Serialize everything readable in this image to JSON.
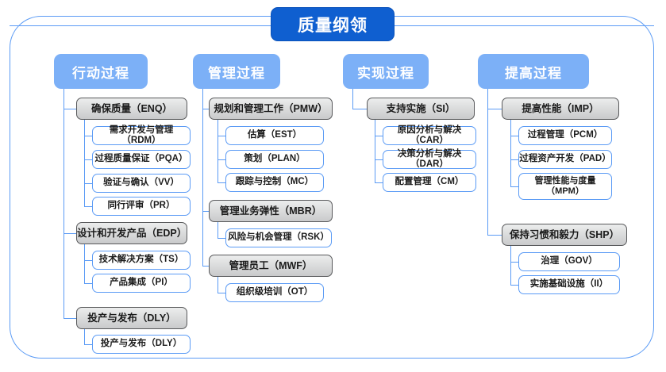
{
  "diagram": {
    "type": "org-tree",
    "root": {
      "label": "质量纲领"
    },
    "colors": {
      "root_fill": "#0f5fd0",
      "category_fill": "#7cb0f7",
      "group_border": "#58595b",
      "group_fill": "#c9cacb",
      "leaf_border": "#5b9bf5",
      "connector": "#5b9bf5",
      "frame": "#5b9bf5",
      "text_dark": "#1b1b1b",
      "text_light": "#ffffff"
    },
    "categories": [
      {
        "label": "行动过程",
        "groups": [
          {
            "label": "确保质量（ENQ）",
            "items": [
              {
                "label": "需求开发与管理（RDM）"
              },
              {
                "label": "过程质量保证（PQA）"
              },
              {
                "label": "验证与确认（VV）"
              },
              {
                "label": "同行评审（PR）"
              }
            ]
          },
          {
            "label": "设计和开发产品（EDP）",
            "items": [
              {
                "label": "技术解决方案（TS）"
              },
              {
                "label": "产品集成（PI）"
              }
            ]
          },
          {
            "label": "投产与发布（DLY）",
            "items": [
              {
                "label": "投产与发布（DLY）"
              }
            ]
          }
        ]
      },
      {
        "label": "管理过程",
        "groups": [
          {
            "label": "规划和管理工作（PMW）",
            "items": [
              {
                "label": "估算（EST）"
              },
              {
                "label": "策划（PLAN）"
              },
              {
                "label": "跟踪与控制（MC）"
              }
            ]
          },
          {
            "label": "管理业务弹性（MBR）",
            "items": [
              {
                "label": "风险与机会管理（RSK）"
              }
            ]
          },
          {
            "label": "管理员工（MWF）",
            "items": [
              {
                "label": "组织级培训（OT）"
              }
            ]
          }
        ]
      },
      {
        "label": "实现过程",
        "groups": [
          {
            "label": "支持实施（SI）",
            "items": [
              {
                "label": "原因分析与解决（CAR）"
              },
              {
                "label": "决策分析与解决（DAR）"
              },
              {
                "label": "配置管理（CM）"
              }
            ]
          }
        ]
      },
      {
        "label": "提高过程",
        "groups": [
          {
            "label": "提高性能（IMP）",
            "items": [
              {
                "label": "过程管理（PCM）"
              },
              {
                "label": "过程资产开发（PAD）"
              },
              {
                "label": "管理性能与度量\n（MPM）"
              }
            ]
          },
          {
            "label": "保持习惯和毅力（SHP）",
            "items": [
              {
                "label": "治理（GOV）"
              },
              {
                "label": "实施基础设施（II）"
              }
            ]
          }
        ]
      }
    ]
  }
}
